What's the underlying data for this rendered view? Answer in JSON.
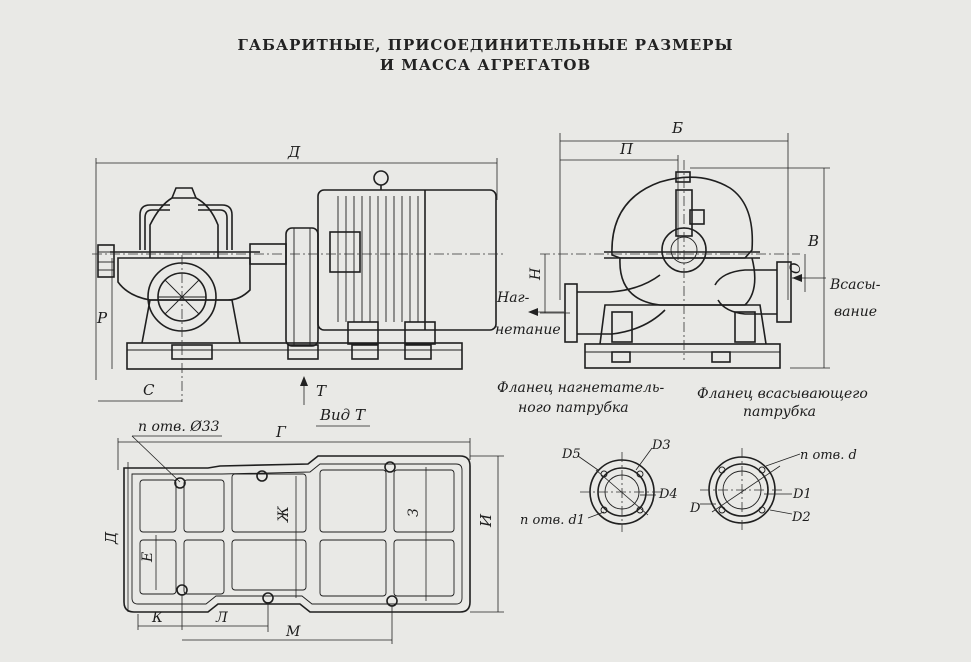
{
  "title": {
    "line1": "ГАБАРИТНЫЕ, ПРИСОЕДИНИТЕЛЬНЫЕ РАЗМЕРЫ",
    "line2": "И МАССА АГРЕГАТОВ"
  },
  "side_view": {
    "dim_overall_length": "Д",
    "dim_height": "Р",
    "dim_c": "С",
    "view_arrow_label": "Т",
    "view_caption": "Вид Т"
  },
  "end_view": {
    "dim_width": "Б",
    "dim_p": "П",
    "dim_height": "В",
    "dim_h": "Н",
    "dim_o": "О",
    "discharge_label_1": "Наг-",
    "discharge_label_2": "нетание",
    "suction_label_1": "Всасы-",
    "suction_label_2": "вание",
    "discharge_flange_caption_1": "Фланец нагнетатель-",
    "discharge_flange_caption_2": "ного патрубка",
    "suction_flange_caption_1": "Фланец всасывающего",
    "suction_flange_caption_2": "патрубка"
  },
  "base_plan": {
    "holes_label": "n отв. Ø33",
    "dim_g": "Г",
    "dim_d": "Д",
    "dim_e": "Е",
    "dim_zh": "Ж",
    "dim_z": "З",
    "dim_i": "И",
    "dim_k": "К",
    "dim_l": "Л",
    "dim_m": "М"
  },
  "flange_discharge": {
    "d5": "D5",
    "d3": "D3",
    "d4": "D4",
    "holes": "n отв. d1"
  },
  "flange_suction": {
    "holes": "n отв. d",
    "d": "D",
    "d1": "D1",
    "d2": "D2"
  }
}
